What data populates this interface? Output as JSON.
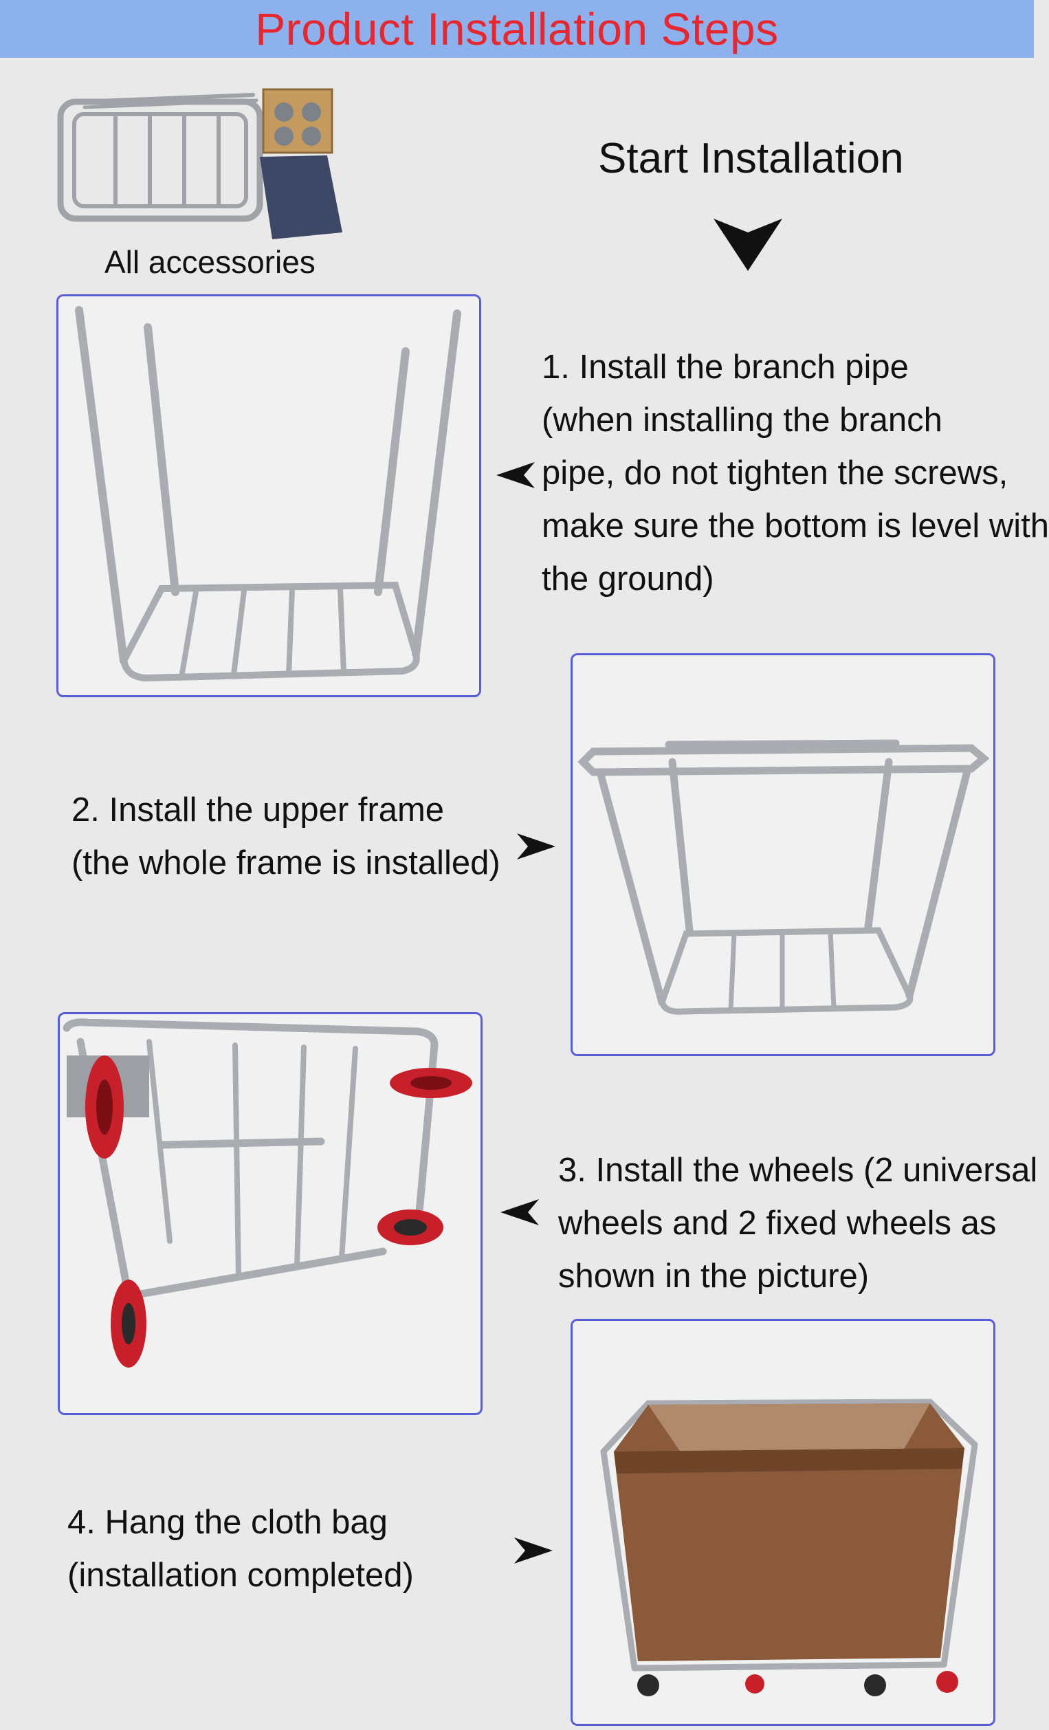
{
  "header": {
    "title": "Product Installation Steps"
  },
  "intro": {
    "accessories_label": "All accessories",
    "start_label": "Start Installation"
  },
  "steps": [
    {
      "lines": [
        "1. Install the branch pipe",
        "(when installing the branch",
        "pipe, do not tighten the screws,",
        "make sure the bottom is level with",
        "the ground)"
      ],
      "image_icon": "frame-with-branch-pipes"
    },
    {
      "lines": [
        "2. Install the upper frame",
        "(the whole frame is installed)"
      ],
      "image_icon": "complete-frame"
    },
    {
      "lines": [
        "3. Install the wheels (2 universal",
        "wheels and 2 fixed wheels as",
        "shown in the picture)"
      ],
      "image_icon": "frame-with-wheels"
    },
    {
      "lines": [
        "4. Hang the cloth bag",
        "(installation completed)"
      ],
      "image_icon": "cart-with-cloth-bag"
    }
  ],
  "colors": {
    "banner": "#8db1ec",
    "title": "#e8262d",
    "frame_border": "#5a5ed6",
    "steel": "#b9bcc0",
    "wheel": "#c7202a",
    "bag": "#8a5a3a"
  }
}
